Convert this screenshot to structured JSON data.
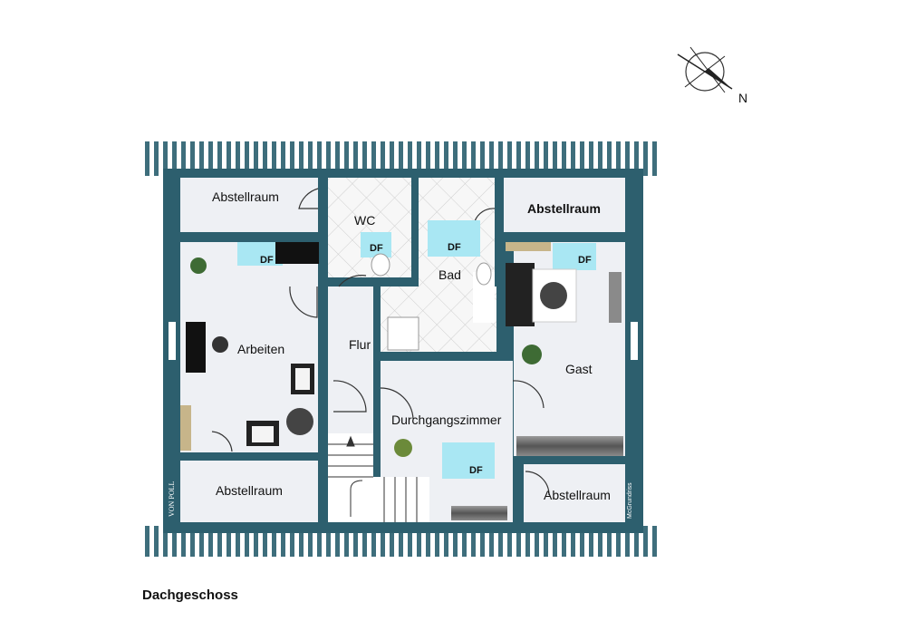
{
  "compass": {
    "north_label": "N"
  },
  "rooms": {
    "abstellraum_top_left": "Abstellraum",
    "wc": "WC",
    "abstellraum_top_right": "Abstellraum",
    "bad": "Bad",
    "arbeiten": "Arbeiten",
    "flur": "Flur",
    "gast": "Gast",
    "durchgangszimmer": "Durchgangszimmer",
    "abstellraum_bottom_left": "Abstellraum",
    "abstellraum_bottom_right": "Abstellraum"
  },
  "skylights": {
    "label": "DF"
  },
  "brand": {
    "logo_text": "VON POLL",
    "credit": "McGrundriss"
  },
  "floor": {
    "caption": "Dachgeschoss"
  },
  "colors": {
    "wall": "#2d5f6e",
    "floor": "#eef0f4",
    "tile": "#f5f5f5",
    "skylight": "#a9e7f3"
  }
}
